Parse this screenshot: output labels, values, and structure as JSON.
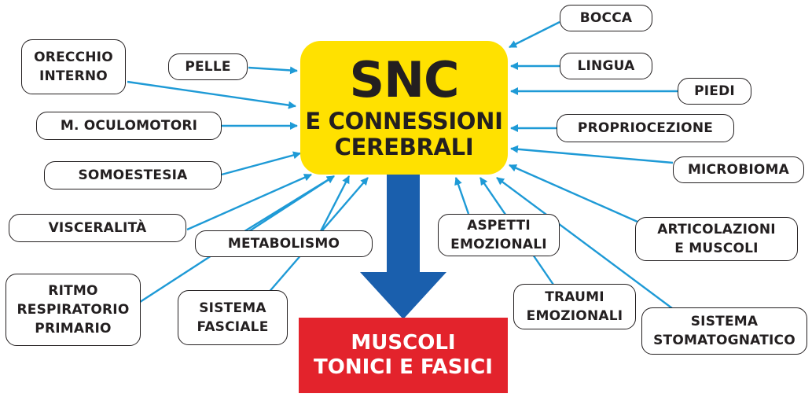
{
  "center": {
    "title": "SNC",
    "subtitle": "E CONNESSIONI\nCEREBRALI"
  },
  "result": {
    "label": "MUSCOLI\nTONICI E FASICI"
  },
  "inputs": {
    "orecchio": "ORECCHIO\nINTERNO",
    "pelle": "PELLE",
    "oculomotori": "M. OCULOMOTORI",
    "somoestesia": "SOMOESTESIA",
    "visceralita": "VISCERALITÀ",
    "metabolismo": "METABOLISMO",
    "ritmo": "RITMO\nRESPIRATORIO\nPRIMARIO",
    "fasciale": "SISTEMA\nFASCIALE",
    "bocca": "BOCCA",
    "lingua": "LINGUA",
    "piedi": "PIEDI",
    "propriocezione": "PROPRIOCEZIONE",
    "microbioma": "MICROBIOMA",
    "articolazioni": "ARTICOLAZIONI\nE MUSCOLI",
    "aspetti": "ASPETTI\nEMOZIONALI",
    "traumi": "TRAUMI\nEMOZIONALI",
    "stomatognatico": "SISTEMA\nSTOMATOGNATICO"
  },
  "colors": {
    "center": "#ffe100",
    "result": "#e3232c",
    "arrow": "#1e9ad6",
    "main_arrow": "#1a5fad",
    "border": "#231f20"
  }
}
